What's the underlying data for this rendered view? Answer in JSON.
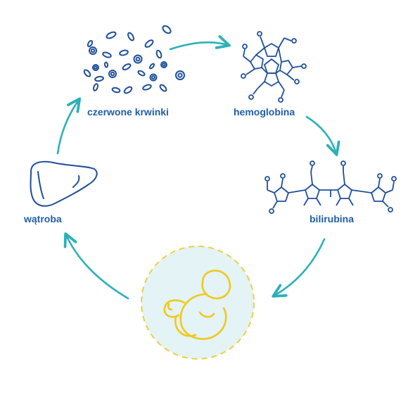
{
  "labels": {
    "red_cells": "czerwone krwinki",
    "hemoglobin": "hemoglobina",
    "bilirubin": "bilirubina",
    "liver": "wątroba"
  },
  "nodes": [
    {
      "id": "red-cells",
      "icon": "red-blood-cells-icon"
    },
    {
      "id": "hemoglobin",
      "icon": "hemoglobin-molecule-icon"
    },
    {
      "id": "bilirubin",
      "icon": "bilirubin-molecule-icon"
    },
    {
      "id": "baby",
      "icon": "baby-icon"
    },
    {
      "id": "liver",
      "icon": "liver-icon"
    }
  ],
  "colors": {
    "label": "#1f5ea8",
    "icon_stroke": "#1f4f9a",
    "arrow": "#2bb1b7",
    "baby_stroke": "#f2c81a",
    "baby_fill": "#e3f3f6",
    "baby_border": "#f0cf3a"
  }
}
